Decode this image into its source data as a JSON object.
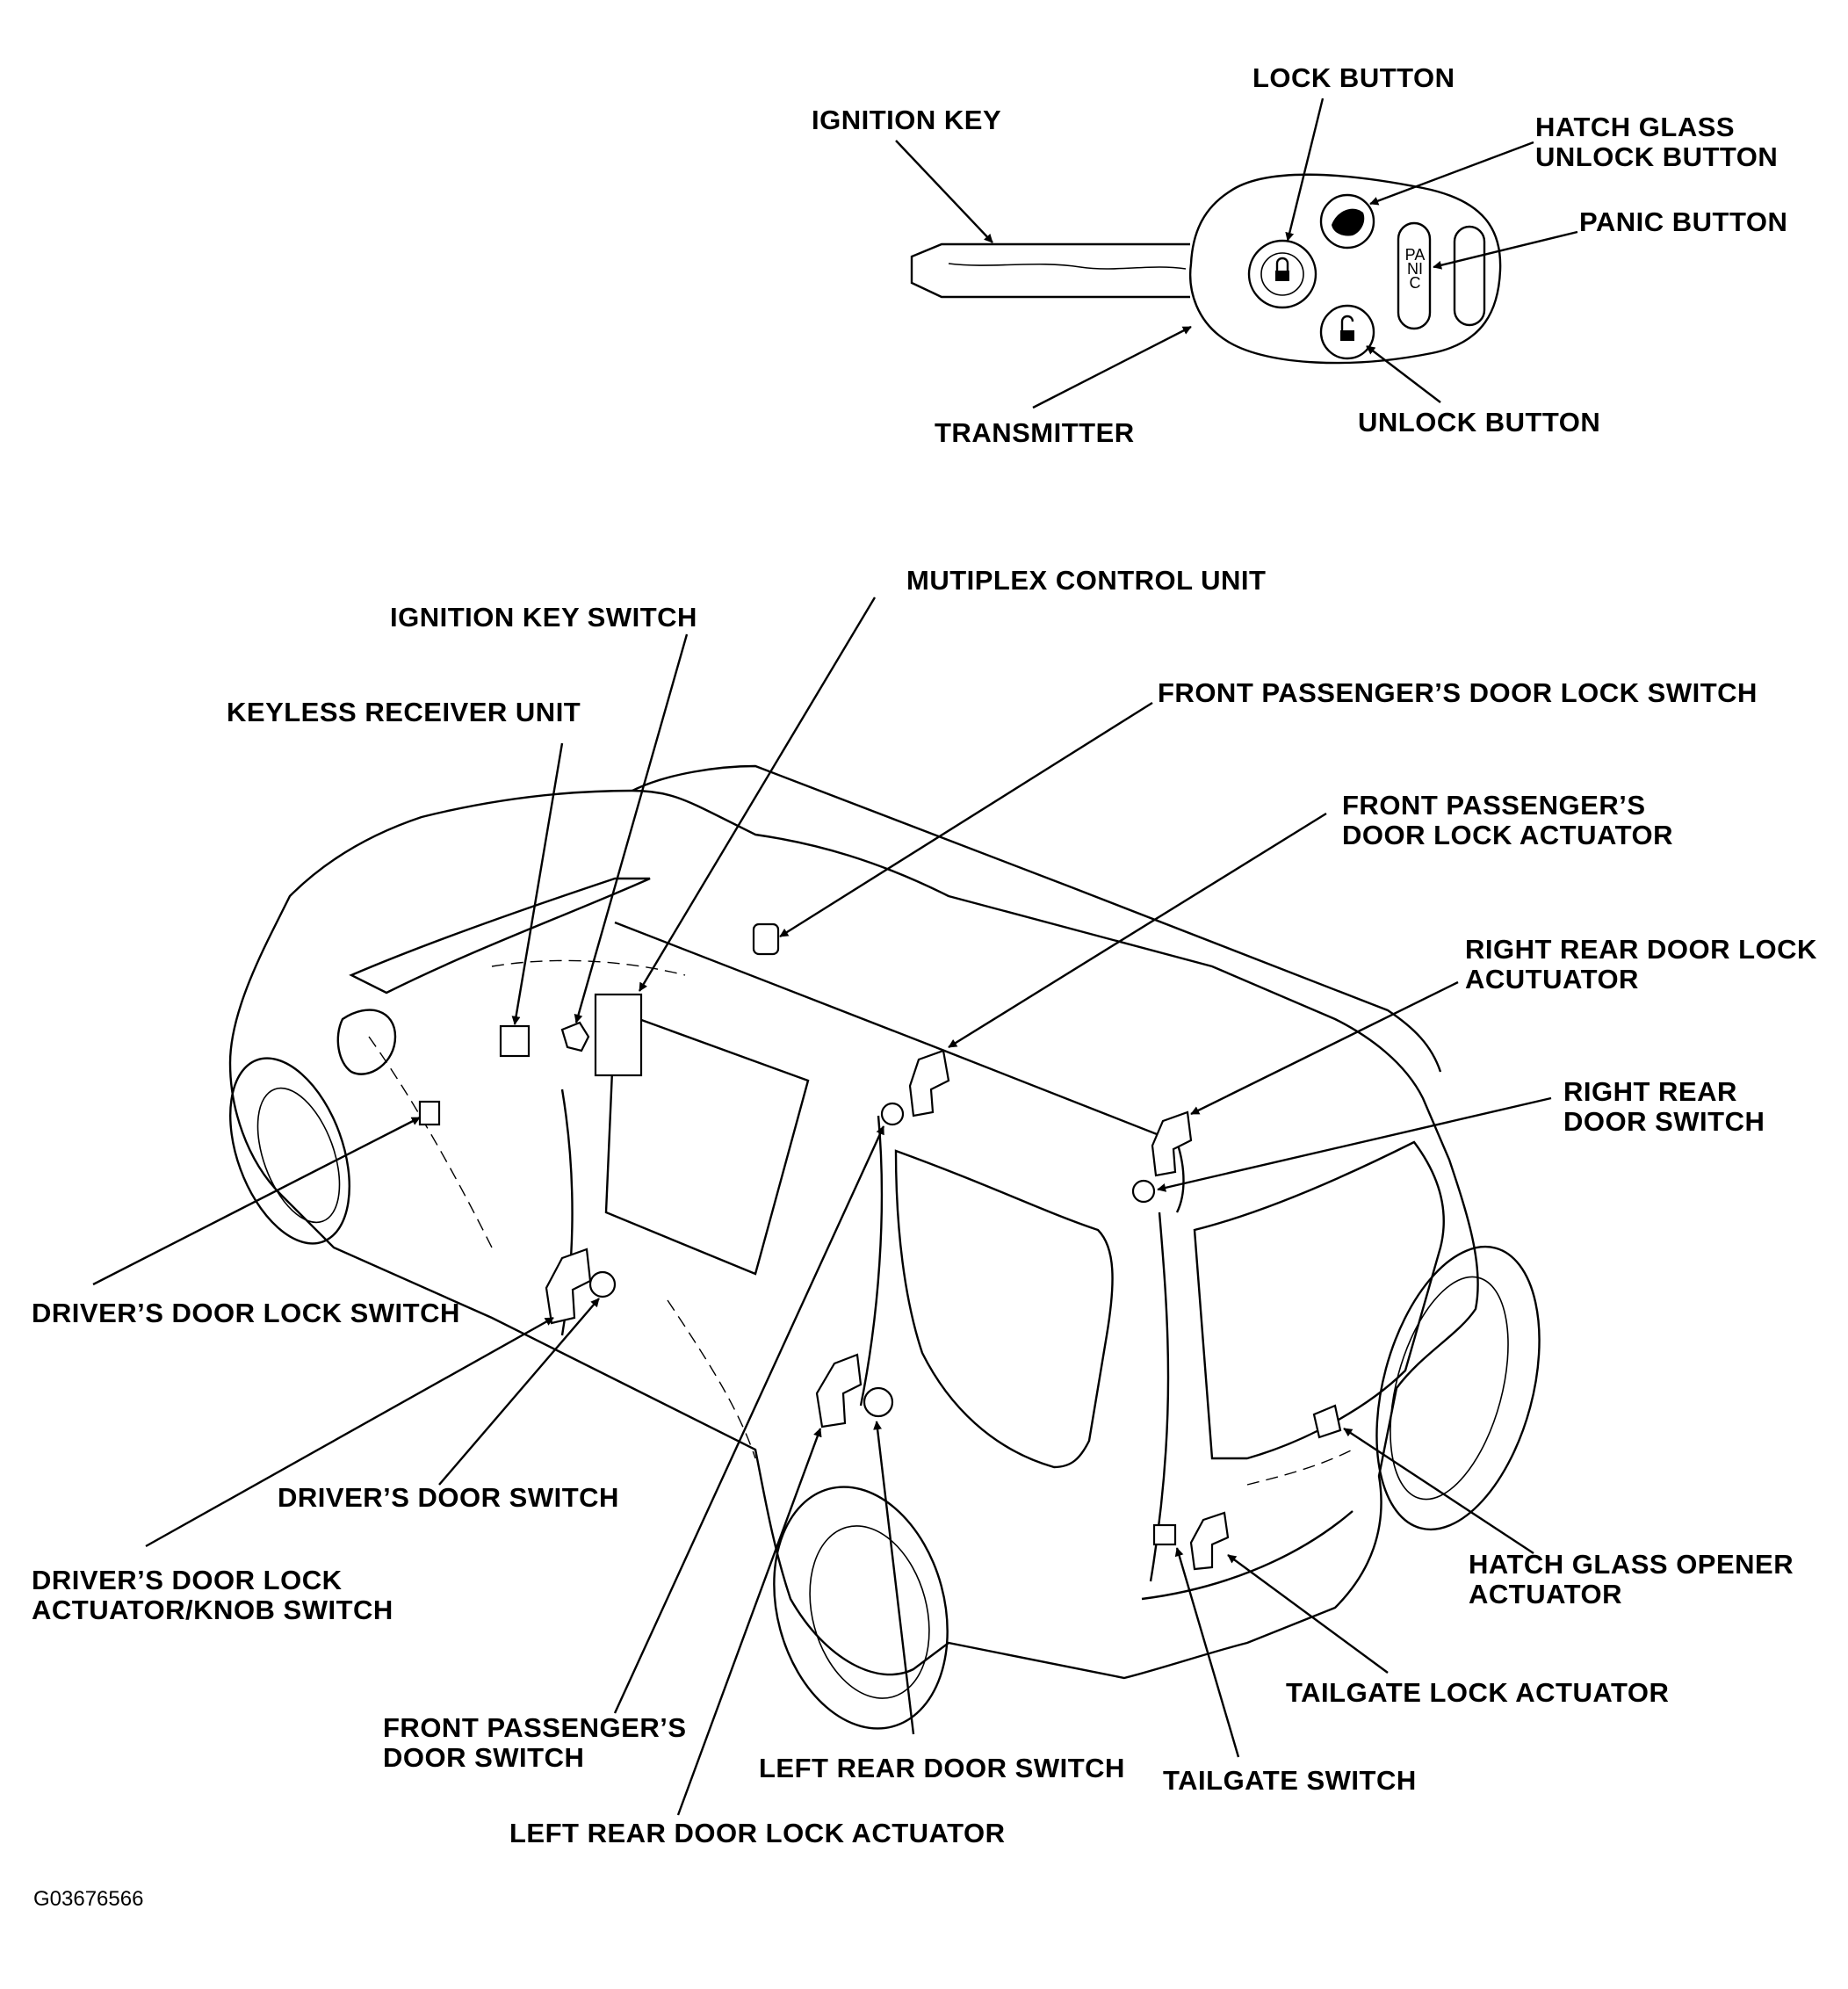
{
  "diagram": {
    "figure_code": "G03676566",
    "transmitter_labels": {
      "lock_button": "LOCK BUTTON",
      "ignition_key": "IGNITION KEY",
      "hatch_glass_unlock_button": [
        "HATCH GLASS",
        "UNLOCK BUTTON"
      ],
      "panic_button": "PANIC BUTTON",
      "transmitter": "TRANSMITTER",
      "unlock_button": "UNLOCK BUTTON",
      "panic_text": "PANIC"
    },
    "vehicle_labels": {
      "multiplex_control_unit": "MUTIPLEX CONTROL UNIT",
      "ignition_key_switch": "IGNITION KEY SWITCH",
      "keyless_receiver_unit": "KEYLESS RECEIVER UNIT",
      "front_passenger_door_lock_switch": "FRONT PASSENGER’S DOOR LOCK SWITCH",
      "front_passenger_door_lock_actuator": [
        "FRONT PASSENGER’S",
        "DOOR LOCK ACTUATOR"
      ],
      "right_rear_door_lock_actuator": [
        "RIGHT REAR DOOR LOCK",
        "ACUTUATOR"
      ],
      "right_rear_door_switch": [
        "RIGHT REAR",
        "DOOR SWITCH"
      ],
      "drivers_door_lock_switch": "DRIVER’S DOOR LOCK SWITCH",
      "drivers_door_switch": "DRIVER’S DOOR SWITCH",
      "drivers_door_lock_actuator_knob_switch": [
        "DRIVER’S DOOR LOCK",
        "ACTUATOR/KNOB SWITCH"
      ],
      "hatch_glass_opener_actuator": [
        "HATCH GLASS OPENER",
        "ACTUATOR"
      ],
      "tailgate_lock_actuator": "TAILGATE LOCK ACTUATOR",
      "front_passenger_door_switch": [
        "FRONT PASSENGER’S",
        "DOOR SWITCH"
      ],
      "left_rear_door_switch": "LEFT REAR DOOR SWITCH",
      "tailgate_switch": "TAILGATE SWITCH",
      "left_rear_door_lock_actuator": "LEFT REAR DOOR LOCK ACTUATOR"
    }
  }
}
